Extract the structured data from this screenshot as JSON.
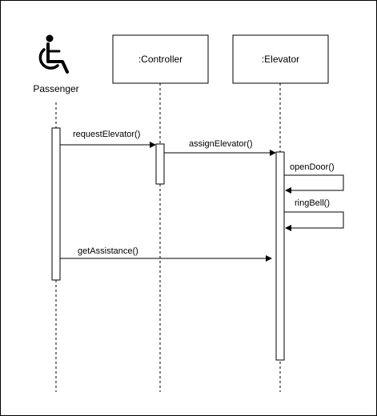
{
  "participants": {
    "passenger": {
      "name": "Passenger",
      "icon": "wheelchair-icon"
    },
    "controller": {
      "name": ":Controller"
    },
    "elevator": {
      "name": ":Elevator"
    }
  },
  "messages": [
    {
      "label": "requestElevator()",
      "from": "passenger",
      "to": "controller"
    },
    {
      "label": "assignElevator()",
      "from": "controller",
      "to": "elevator"
    },
    {
      "label": "openDoor()",
      "from": "elevator",
      "to": "elevator"
    },
    {
      "label": "ringBell()",
      "from": "elevator",
      "to": "elevator"
    },
    {
      "label": "getAssistance()",
      "from": "passenger",
      "to": "elevator"
    }
  ]
}
